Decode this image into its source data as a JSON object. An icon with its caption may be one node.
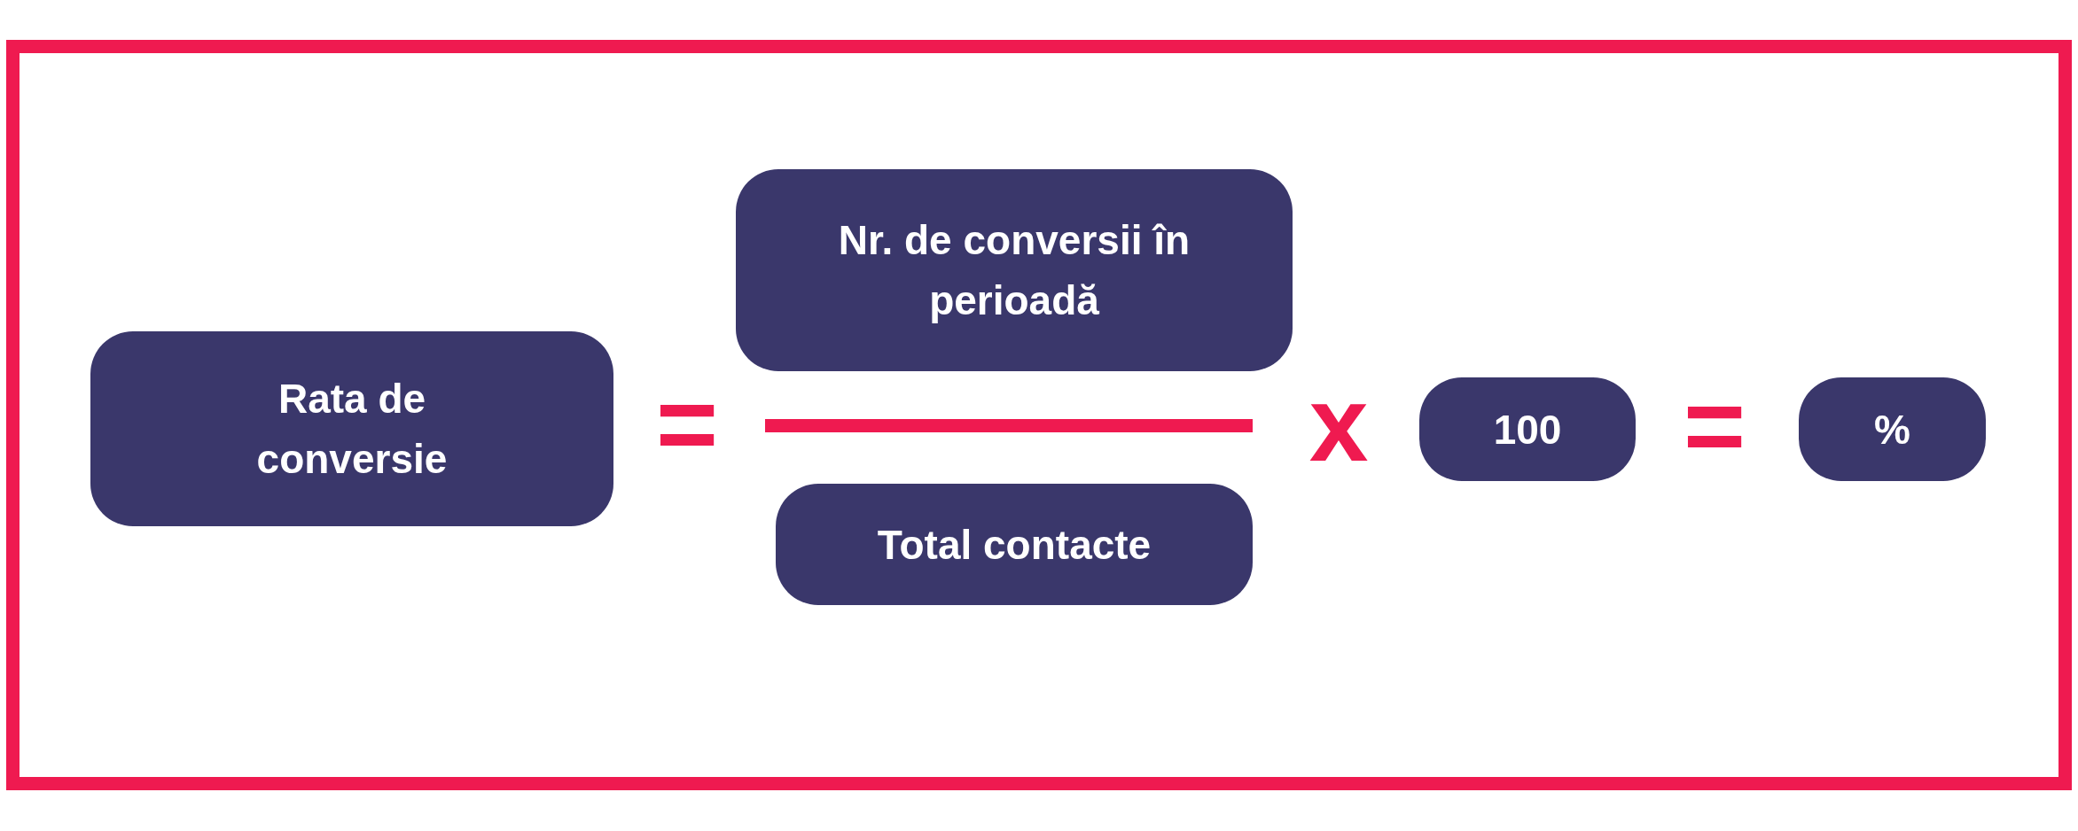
{
  "diagram": {
    "nodes": [
      {
        "text": [
          "Rata de conversie"
        ]
      },
      {
        "text": [
          "Nr. de conversii în perioadă"
        ]
      },
      {
        "text": [],
        "shape": "bar"
      },
      {
        "text": [
          "Total contacte"
        ]
      },
      {
        "text": [
          "100"
        ]
      },
      {
        "text": [
          "%"
        ]
      }
    ],
    "labels": [
      "=",
      "x",
      "="
    ]
  }
}
